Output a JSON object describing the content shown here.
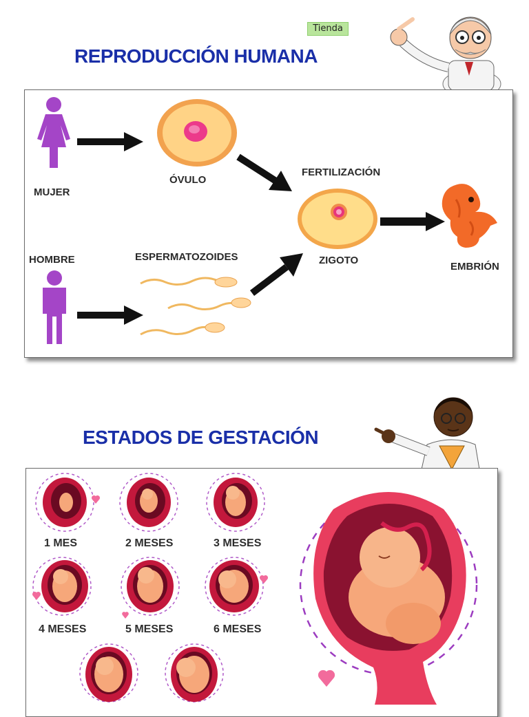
{
  "tag_label": "Tienda",
  "section1": {
    "title": "REPRODUCCIÓN HUMANA",
    "labels": {
      "mujer": "MUJER",
      "ovulo": "ÓVULO",
      "fertilizacion": "FERTILIZACIÓN",
      "hombre": "HOMBRE",
      "espermatozoides": "ESPERMATOZOIDES",
      "zigoto": "ZIGOTO",
      "embrion": "EMBRIÓN"
    }
  },
  "section2": {
    "title": "ESTADOS DE GESTACIÓN",
    "months": [
      "1 MES",
      "2 MESES",
      "3 MESES",
      "4 MESES",
      "5 MESES",
      "6 MESES"
    ]
  },
  "colors": {
    "title_blue": "#1a2fa8",
    "figure_purple": "#9b3fc0",
    "cell_orange": "#f4a85a",
    "embryo_orange": "#f26a2a",
    "womb_red": "#b8183a",
    "heart_pink": "#f26b9c"
  }
}
